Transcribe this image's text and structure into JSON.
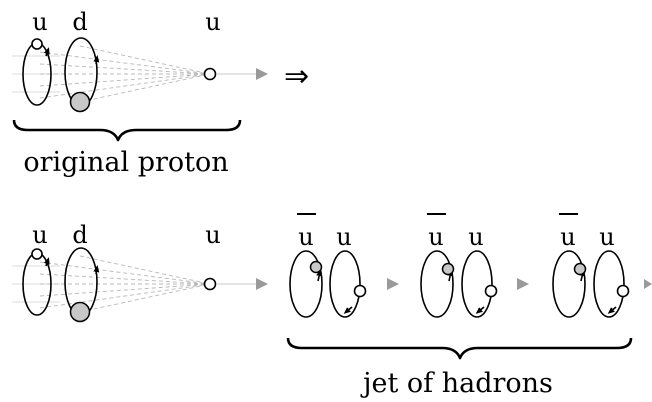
{
  "top_row": {
    "quark_labels": [
      "u",
      "d",
      "u"
    ],
    "result_symbol": "⇒",
    "caption": "original proton"
  },
  "bottom_row": {
    "quark_labels": [
      "u",
      "d",
      "u"
    ],
    "hadron_pairs": [
      {
        "antiquark": "u",
        "quark": "u"
      },
      {
        "antiquark": "u",
        "quark": "u"
      },
      {
        "antiquark": "u",
        "quark": "u"
      }
    ],
    "caption": "jet of hadrons"
  },
  "colors": {
    "filled_quark": "#c8c8c8",
    "arrowhead": "#9a9a9a",
    "dashed_line": "#b8b8b8"
  }
}
